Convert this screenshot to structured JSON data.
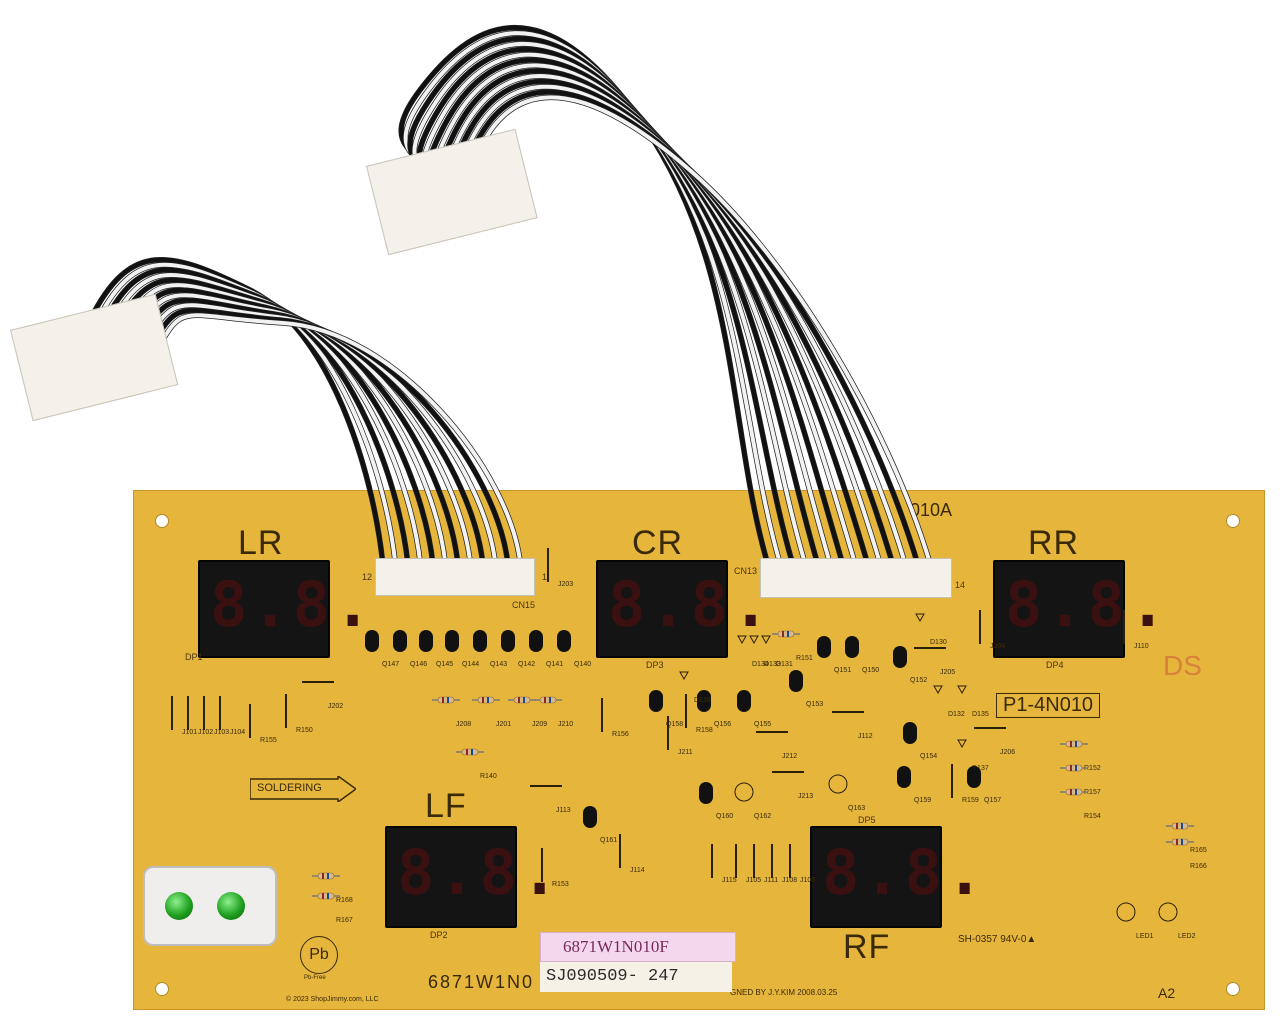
{
  "board": {
    "zone_labels": {
      "lr": "LR",
      "cr": "CR",
      "rr": "RR",
      "lf": "LF",
      "rf": "RF"
    },
    "display_text": "8.8.",
    "model_printed": "6871W1N0",
    "board_code": "P1-4N010",
    "top_code": "010A",
    "soldering": "SOLDERING",
    "designer_line": "GNED BY J.Y.KIM 2008.03.25",
    "ul_text": "SH-0357 94V-0▲",
    "a2": "A2",
    "ds": "DS",
    "sticker_model": "6871W1N010F",
    "sticker_serial": "SJ090509- 247",
    "pb_free": "Pb-Free",
    "copyright": "© 2023 ShopJimmy.com, LLC",
    "connectors": {
      "cn15": "CN15",
      "cn13": "CN13",
      "pin12": "12",
      "pin1": "1",
      "pin14": "14"
    },
    "dp_labels": {
      "dp1": "DP1",
      "dp2": "DP2",
      "dp3": "DP3",
      "dp4": "DP4",
      "dp5": "DP5"
    },
    "components": [
      "J203",
      "Q147",
      "Q146",
      "Q145",
      "Q144",
      "Q143",
      "Q142",
      "Q141",
      "Q140",
      "J202",
      "R150",
      "R155",
      "J101",
      "J102",
      "J103",
      "J104",
      "J208",
      "J201",
      "J209",
      "J210",
      "R140",
      "R156",
      "Q158",
      "R158",
      "Q156",
      "Q155",
      "J211",
      "J212",
      "J213",
      "J112",
      "J113",
      "J114",
      "J115",
      "J105",
      "J111",
      "J108",
      "J106",
      "R151",
      "D134",
      "D133",
      "D131",
      "D136",
      "Q153",
      "Q151",
      "Q150",
      "Q152",
      "D130",
      "J204",
      "J110",
      "J205",
      "D132",
      "D135",
      "Q154",
      "J206",
      "D137",
      "R159",
      "Q159",
      "Q157",
      "Q163",
      "Q162",
      "Q160",
      "Q161",
      "R152",
      "R157",
      "R154",
      "R165",
      "R166",
      "LED1",
      "LED2",
      "R168",
      "R167",
      "R153"
    ]
  },
  "colors": {
    "pcb": "#e6b53c",
    "display": "#141414",
    "led": "#1fa11f",
    "wire_black": "#111111",
    "wire_white": "#f2f2f2",
    "sticker": "#f3d7ec"
  }
}
